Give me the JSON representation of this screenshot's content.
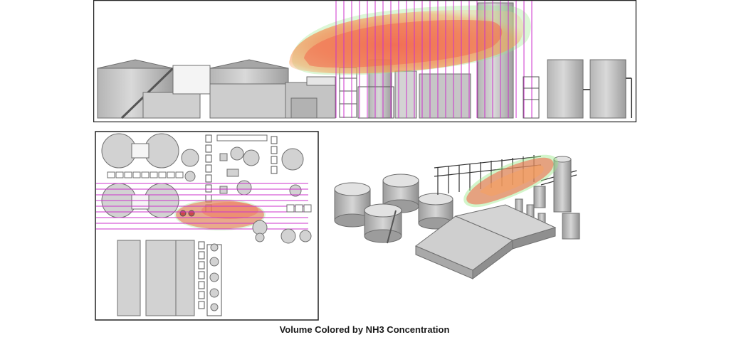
{
  "caption": "Volume Colored by NH3 Concentration",
  "colors": {
    "plume_core": "#f26a4f",
    "plume_mid": "#f7a15c",
    "plume_edge_green": "#9be88a",
    "plume_edge_cyan": "#8fe3ef",
    "grid_lines": "#cc33cc",
    "structure_fill": "#c9c9c9",
    "structure_stroke": "#6f6f6f",
    "frame": "#222222"
  },
  "views": [
    {
      "id": "elevation",
      "kind": "side elevation view"
    },
    {
      "id": "plan",
      "kind": "top plan view"
    },
    {
      "id": "isometric",
      "kind": "3D isometric view"
    }
  ]
}
